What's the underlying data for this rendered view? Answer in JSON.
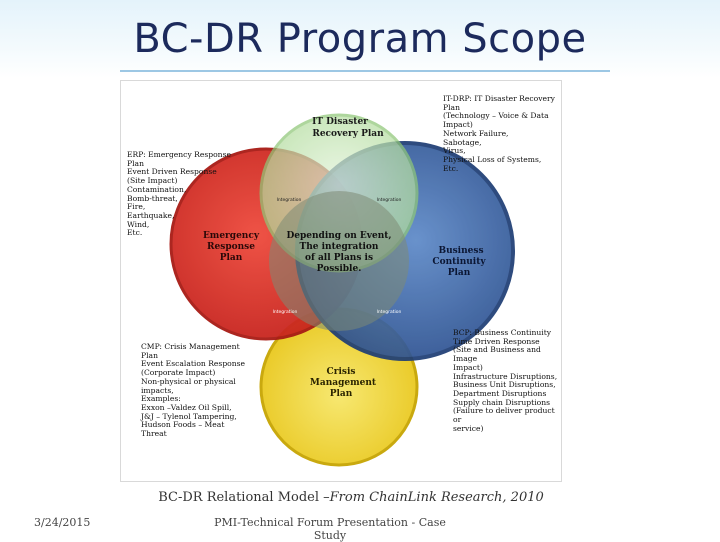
{
  "slide": {
    "title": "BC-DR Program Scope",
    "date": "3/24/2015",
    "footer": "PMI-Technical Forum Presentation - Case Study"
  },
  "caption": {
    "prefix": "BC-DR Relational Model –",
    "source": "From ChainLink Research, 2010"
  },
  "diagram": {
    "circles": {
      "it": {
        "label_line1": "IT Disaster",
        "label_line2": "Recovery Plan",
        "color": "#c7e6b7"
      },
      "erp": {
        "label_line1": "Emergency",
        "label_line2": "Response",
        "label_line3": "Plan",
        "color": "#e5312b"
      },
      "bcp": {
        "label_line1": "Business",
        "label_line2": "Continuity",
        "label_line3": "Plan",
        "color": "#3f6fb3"
      },
      "cmp": {
        "label_line1": "Crisis",
        "label_line2": "Management",
        "label_line3": "Plan",
        "color": "#f2dd3c"
      }
    },
    "center_text": {
      "line1": "Depending on Event,",
      "line2": "The integration",
      "line3": "of all Plans is",
      "line4": "Possible."
    },
    "small_labels": {
      "top_left": "Integration",
      "top_right": "Integration",
      "bottom_left": "Integration",
      "bottom_right": "Integration"
    },
    "notes": {
      "it_drp": "IT-DRP: IT Disaster Recovery\nPlan\n(Technology – Voice & Data\nImpact)\nNetwork Failure,\nSabotage,\nVirus,\nPhysical Loss of Systems,\nEtc.",
      "erp": "ERP: Emergency Response\nPlan\nEvent Driven Response\n(Site Impact)\nContamination,\nBomb-threat,\nFire,\nEarthquake,\nWind,\nEtc.",
      "cmp": "CMP: Crisis Management\nPlan\nEvent Escalation Response\n(Corporate Impact)\nNon-physical or physical\nimpacts,\nExamples:\nExxon –Valdez Oil Spill,\nJ&J – Tylenol Tampering,\nHudson Foods – Meat\nThreat",
      "bcp": "BCP: Business Continuity\nTime Driven Response\n(Site and Business and Image\nImpact)\nInfrastructure Disruptions,\nBusiness Unit Disruptions,\nDepartment Disruptions\nSupply chain Disruptions\n(Failure to deliver product or\nservice)"
    }
  }
}
